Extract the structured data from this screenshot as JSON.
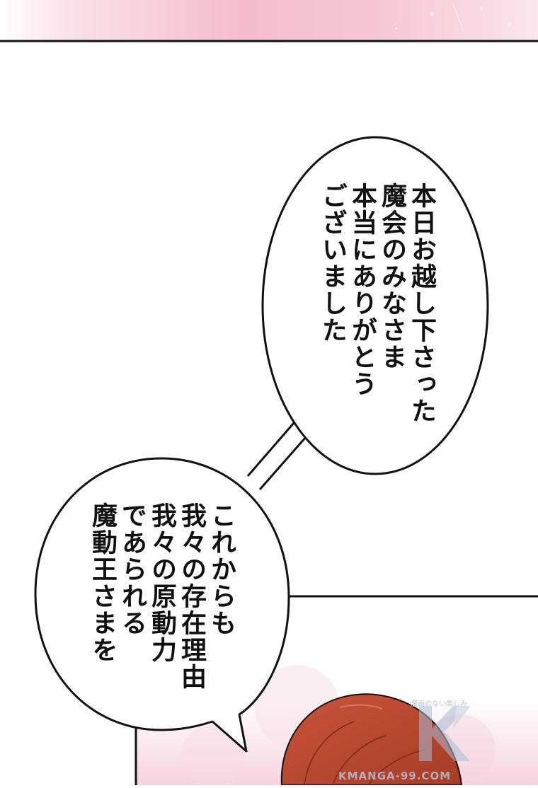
{
  "bubbles": [
    {
      "id": "bubble-1",
      "lines": [
        "本日お越し下さった",
        "魔会のみなさま",
        "本当にありがとう",
        "ございました"
      ]
    },
    {
      "id": "bubble-2",
      "lines": [
        "これからも",
        "我々の存在理由",
        "我々の原動力",
        "であられる",
        "魔動王さまを"
      ]
    }
  ],
  "watermark": {
    "tagline": "漫画のない楽しみ",
    "domain": "KMANGA-99.COM"
  },
  "colors": {
    "top_band": "#f2b3c6",
    "hair": "#b9472c",
    "outline": "#111111",
    "panel_pink": "#f7d6e0"
  }
}
